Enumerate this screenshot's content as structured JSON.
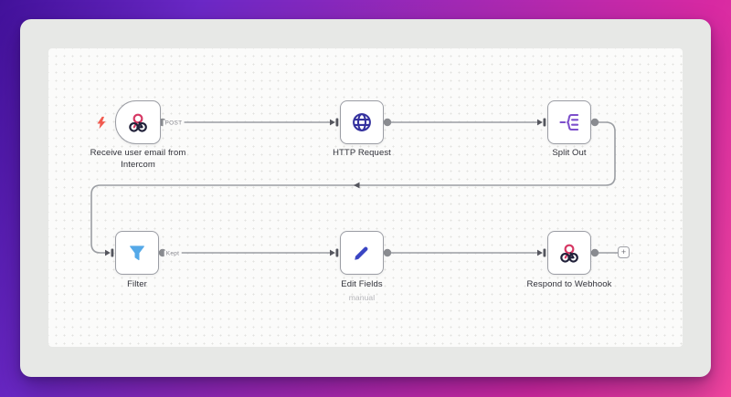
{
  "workflow": {
    "nodes": [
      {
        "id": "trigger",
        "label": "Receive user email from Intercom",
        "icon": "webhook-icon",
        "output_label": "POST",
        "type": "webhook-trigger"
      },
      {
        "id": "http",
        "label": "HTTP Request",
        "icon": "globe-icon"
      },
      {
        "id": "split",
        "label": "Split Out",
        "icon": "split-out-icon"
      },
      {
        "id": "filter",
        "label": "Filter",
        "icon": "filter-icon",
        "output_label": "Kept"
      },
      {
        "id": "edit",
        "label": "Edit Fields",
        "icon": "pencil-icon",
        "sublabel": "manual"
      },
      {
        "id": "respond",
        "label": "Respond to Webhook",
        "icon": "webhook-icon"
      }
    ],
    "add_node_button": "+"
  },
  "colors": {
    "background_gradient_start": "#42119a",
    "background_gradient_end": "#f2459f",
    "card": "#e7e8e6",
    "canvas": "#fbfbfa",
    "webhook_pink": "#d63864",
    "webhook_dark": "#21213a",
    "globe_indigo": "#34319e",
    "split_purple": "#7d4fcb",
    "filter_blue": "#55a9e8",
    "pencil_blue": "#3a45c3",
    "trigger_bolt_red": "#f15a4f",
    "wire_gray": "#9b9ea3"
  }
}
